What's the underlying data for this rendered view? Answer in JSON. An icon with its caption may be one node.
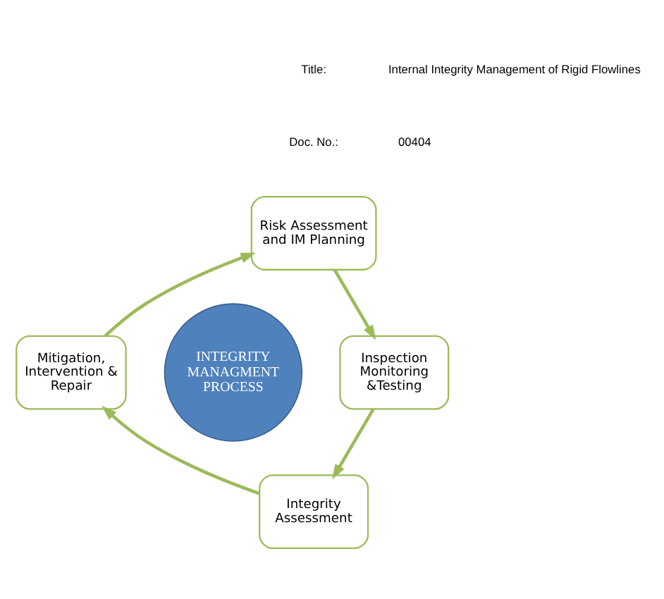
{
  "diagram": {
    "nodes": [
      {
        "text": [
          "Risk Assessment and IM Planning"
        ]
      },
      {
        "text": [
          "Mitigation, Intervention & Repair"
        ]
      },
      {
        "text": [
          "INTEGRITY MANAGMENT PROCESS"
        ]
      },
      {
        "text": [
          "Inspection Monitoring &Testing"
        ]
      },
      {
        "text": [
          "Integrity Assessment"
        ]
      }
    ],
    "edges": [
      {
        "from": 0,
        "to": 3,
        "arrow": "to"
      },
      {
        "from": 3,
        "to": 4,
        "arrow": "to"
      },
      {
        "from": 4,
        "to": 1,
        "arrow": "to"
      },
      {
        "from": 1,
        "to": 0,
        "arrow": "to"
      }
    ],
    "labels": [
      "Title:",
      "Internal Integrity Management of Rigid Flowlines",
      "Doc. No.:",
      "00404"
    ]
  }
}
